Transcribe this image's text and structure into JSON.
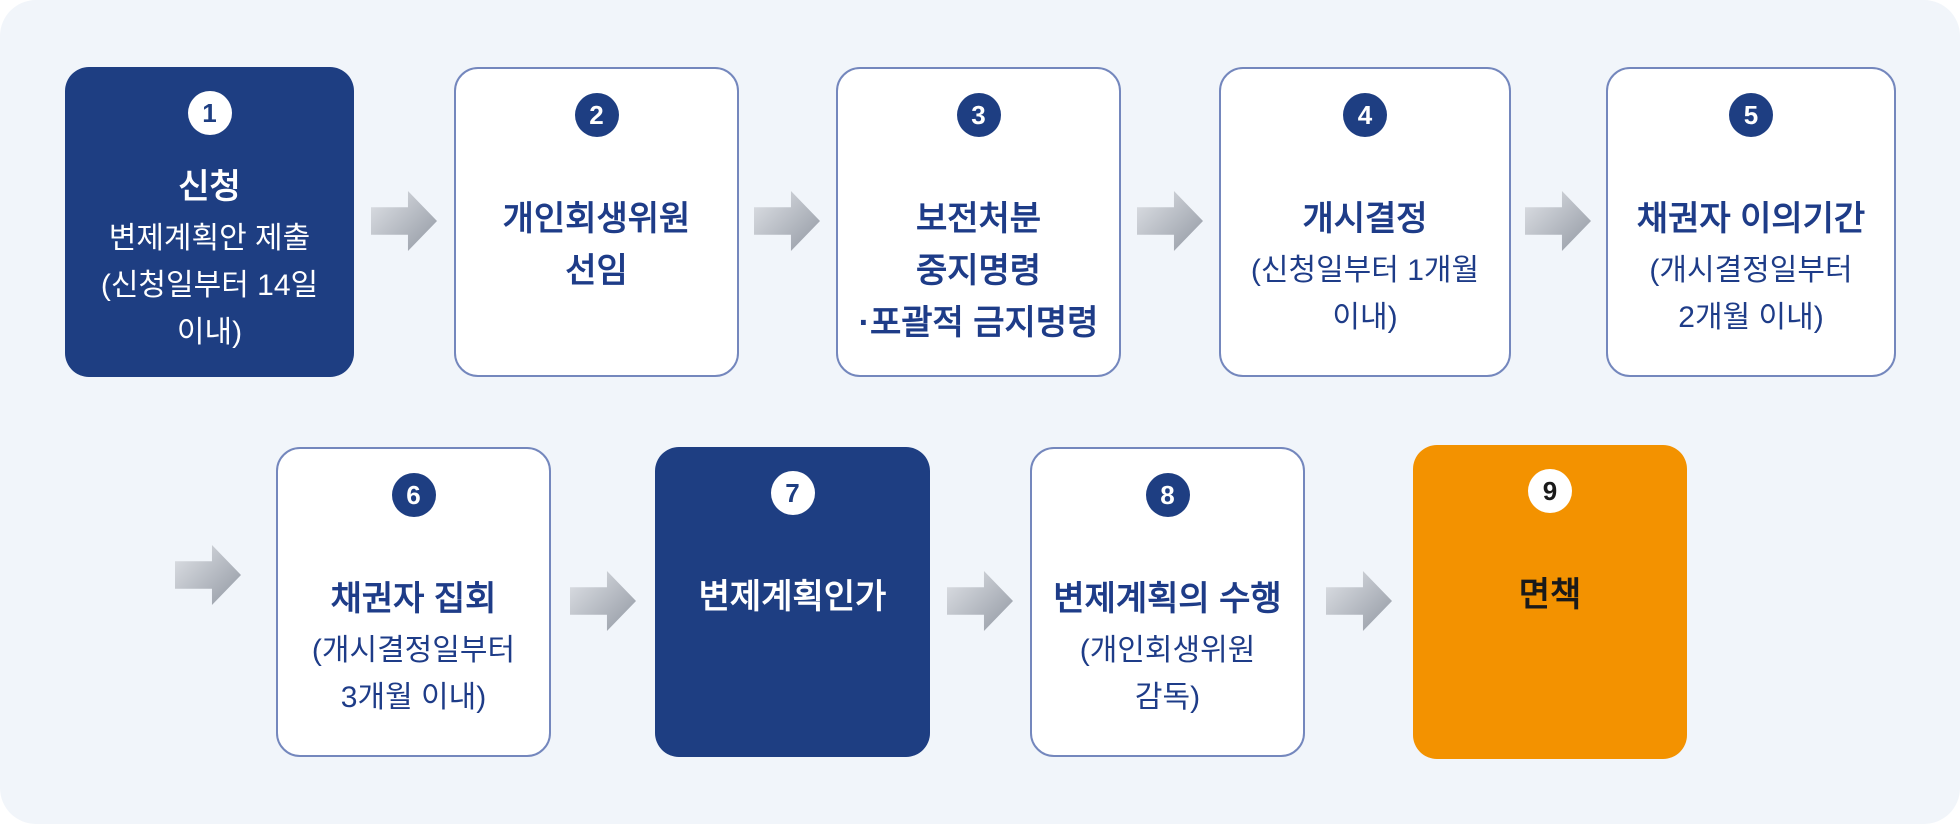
{
  "diagram": {
    "type": "process-flowchart",
    "language": "ko",
    "step_count": 9
  },
  "steps": [
    {
      "number": "1",
      "title": "신청",
      "subtitle": "변제계획안 제출\n(신청일부터 14일\n이내)",
      "style": "navy"
    },
    {
      "number": "2",
      "title": "개인회생위원\n선임",
      "subtitle": "",
      "style": "white"
    },
    {
      "number": "3",
      "title": "보전처분 중지명령\n·포괄적 금지명령",
      "subtitle": "",
      "style": "white"
    },
    {
      "number": "4",
      "title": "개시결정",
      "subtitle": "(신청일부터 1개월\n이내)",
      "style": "white"
    },
    {
      "number": "5",
      "title": "채권자 이의기간",
      "subtitle": "(개시결정일부터\n2개월 이내)",
      "style": "white"
    },
    {
      "number": "6",
      "title": "채권자 집회",
      "subtitle": "(개시결정일부터\n3개월 이내)",
      "style": "white"
    },
    {
      "number": "7",
      "title": "변제계획인가",
      "subtitle": "",
      "style": "navy"
    },
    {
      "number": "8",
      "title": "변제계획의 수행",
      "subtitle": "(개인회생위원\n감독)",
      "style": "white"
    },
    {
      "number": "9",
      "title": "면책",
      "subtitle": "",
      "style": "orange"
    }
  ],
  "colors": {
    "background": "#f1f5fa",
    "outside": "#ffffff",
    "navy_card": "#1e3e82",
    "orange_card": "#f39200",
    "card_border": "#7487bd",
    "text_navy": "#1e3c88",
    "text_dark": "#1a1a1a",
    "arrow_light": "#dcdfe4",
    "arrow_dark": "#969ca6"
  }
}
